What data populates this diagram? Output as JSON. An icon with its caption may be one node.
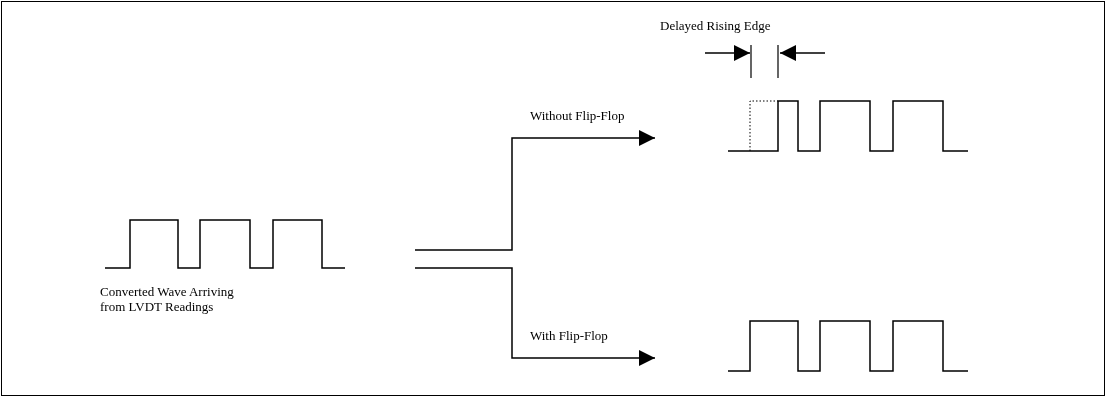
{
  "diagram": {
    "nodes": [
      {
        "text": [
          "Converted Wave Arriving from LVDT Readings"
        ]
      },
      {
        "text": [],
        "shape": "picture"
      },
      {
        "text": [],
        "shape": "picture"
      }
    ],
    "edges": [
      {
        "from": 0,
        "to": 1,
        "arrow": "to",
        "label": "Without Flip-Flop"
      },
      {
        "from": 0,
        "to": 2,
        "arrow": "to",
        "label": "With Flip-Flop"
      }
    ],
    "labels": [
      "Delayed Rising Edge"
    ]
  }
}
